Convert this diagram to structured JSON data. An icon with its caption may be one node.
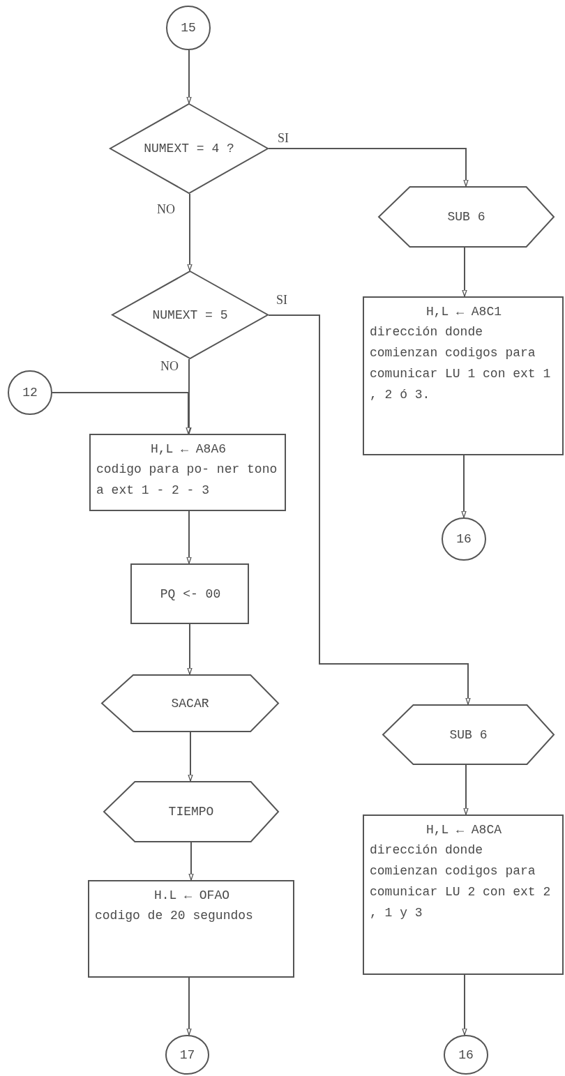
{
  "diagram": {
    "nodes": [
      {
        "text": [
          "15"
        ]
      },
      {
        "text": [
          "NUMEXT = 4 ?"
        ]
      },
      {
        "text": [
          "SUB 6"
        ]
      },
      {
        "text": [
          "NUMEXT = 5"
        ]
      },
      {
        "text": [
          "H,L ← A8C1",
          "dirección donde comienzan codigos para comunicar LU 1 con ext 1 , 2 ó 3."
        ]
      },
      {
        "text": [
          "12"
        ]
      },
      {
        "text": [
          "H,L ← A8A6",
          "codigo para po- ner tono a ext 1 - 2 - 3"
        ]
      },
      {
        "text": [
          "16"
        ]
      },
      {
        "text": [
          "PQ <- 00"
        ]
      },
      {
        "text": [
          "SACAR"
        ]
      },
      {
        "text": [
          "SUB 6"
        ]
      },
      {
        "text": [
          "TIEMPO"
        ]
      },
      {
        "text": [
          "H.L ← OFAO",
          "codigo de 20 segundos"
        ]
      },
      {
        "text": [
          "H,L ← A8CA",
          "dirección donde comienzan codigos para comunicar LU 2 con ext 2 , 1 y 3"
        ]
      },
      {
        "text": [
          "17"
        ]
      },
      {
        "text": [
          "16"
        ]
      }
    ],
    "edges": [
      {
        "from": 0,
        "to": 1,
        "arrow": "to"
      },
      {
        "from": 1,
        "to": 2,
        "arrow": "to",
        "label": "SI"
      },
      {
        "from": 1,
        "to": 3,
        "arrow": "to",
        "label": "NO"
      },
      {
        "from": 3,
        "to": 10,
        "arrow": "to",
        "label": "SI"
      },
      {
        "from": 3,
        "to": 6,
        "arrow": "to",
        "label": "NO"
      },
      {
        "from": 5,
        "to": 6,
        "arrow": "to"
      },
      {
        "from": 2,
        "to": 4,
        "arrow": "to"
      },
      {
        "from": 4,
        "to": 7,
        "arrow": "to"
      },
      {
        "from": 6,
        "to": 8,
        "arrow": "to"
      },
      {
        "from": 8,
        "to": 9,
        "arrow": "to"
      },
      {
        "from": 9,
        "to": 11,
        "arrow": "to"
      },
      {
        "from": 11,
        "to": 12,
        "arrow": "to"
      },
      {
        "from": 12,
        "to": 14,
        "arrow": "to"
      },
      {
        "from": 10,
        "to": 13,
        "arrow": "to"
      },
      {
        "from": 13,
        "to": 15,
        "arrow": "to"
      }
    ]
  }
}
